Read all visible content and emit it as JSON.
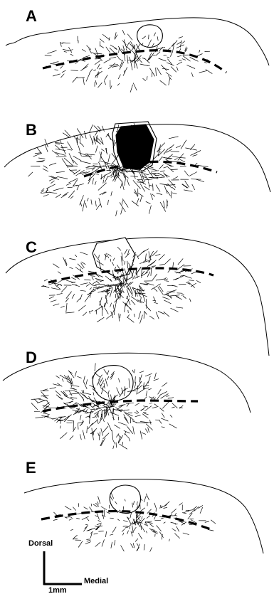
{
  "figure": {
    "panels": [
      {
        "letter": "A",
        "lesion": "open"
      },
      {
        "letter": "B",
        "lesion": "filled"
      },
      {
        "letter": "C",
        "lesion": "open"
      },
      {
        "letter": "D",
        "lesion": "open"
      },
      {
        "letter": "E",
        "lesion": "open"
      }
    ],
    "scale_bar": {
      "vertical_label": "Dorsal",
      "horizontal_label": "Medial",
      "length_label": "1mm"
    },
    "colors": {
      "ink": "#000000",
      "background": "#ffffff"
    }
  }
}
